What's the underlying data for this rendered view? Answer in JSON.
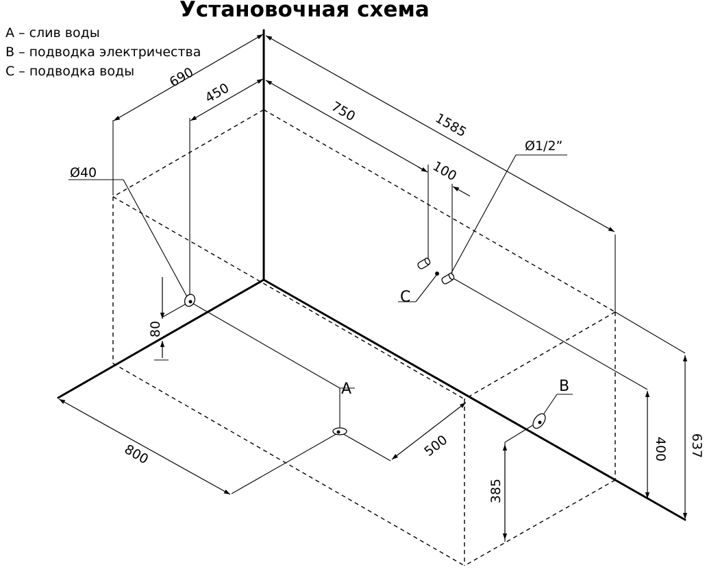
{
  "title": "Установочная схема",
  "legend": [
    "A – слив воды",
    "B – подводка электричества",
    "C – подводка воды"
  ],
  "dimensions": {
    "d690": "690",
    "d450": "450",
    "d750": "750",
    "d1585": "1585",
    "d100": "100",
    "d80": "80",
    "d800": "800",
    "d500": "500",
    "d385": "385",
    "d400": "400",
    "d637": "637"
  },
  "callouts": {
    "drain_diameter": "Ø40",
    "water_pipe": "Ø1/2”",
    "point_a": "A",
    "point_b": "B",
    "point_c": "C"
  }
}
